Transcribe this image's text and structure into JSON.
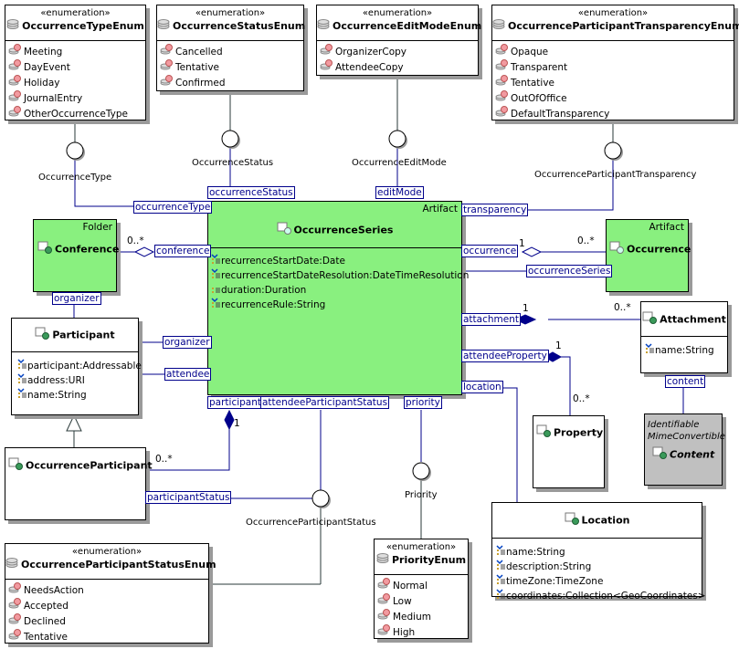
{
  "diagram": {
    "enums": {
      "occurrenceTypeEnum": {
        "stereotype": "«enumeration»",
        "name": "OccurrenceTypeEnum",
        "literals": [
          "Meeting",
          "DayEvent",
          "Holiday",
          "JournalEntry",
          "OtherOccurrenceType"
        ]
      },
      "occurrenceStatusEnum": {
        "stereotype": "«enumeration»",
        "name": "OccurrenceStatusEnum",
        "literals": [
          "Cancelled",
          "Tentative",
          "Confirmed"
        ]
      },
      "occurrenceEditModeEnum": {
        "stereotype": "«enumeration»",
        "name": "OccurrenceEditModeEnum",
        "literals": [
          "OrganizerCopy",
          "AttendeeCopy"
        ]
      },
      "occurrenceParticipantTransparencyEnum": {
        "stereotype": "«enumeration»",
        "name": "OccurrenceParticipantTransparencyEnum",
        "literals": [
          "Opaque",
          "Transparent",
          "Tentative",
          "OutOfOffice",
          "DefaultTransparency"
        ]
      },
      "occurrenceParticipantStatusEnum": {
        "stereotype": "«enumeration»",
        "name": "OccurrenceParticipantStatusEnum",
        "literals": [
          "NeedsAction",
          "Accepted",
          "Declined",
          "Tentative"
        ]
      },
      "priorityEnum": {
        "stereotype": "«enumeration»",
        "name": "PriorityEnum",
        "literals": [
          "Normal",
          "Low",
          "Medium",
          "High"
        ]
      }
    },
    "classes": {
      "conference": {
        "keyword": "Folder",
        "name": "Conference"
      },
      "occurrenceSeries": {
        "keyword": "Artifact",
        "name": "OccurrenceSeries",
        "attributes": [
          "recurrenceStartDate:Date",
          "recurrenceStartDateResolution:DateTimeResolution",
          "duration:Duration",
          "recurrenceRule:String"
        ]
      },
      "occurrence": {
        "keyword": "Artifact",
        "name": "Occurrence"
      },
      "participant": {
        "name": "Participant",
        "attributes": [
          "participant:Addressable",
          "address:URI",
          "name:String"
        ]
      },
      "attachment": {
        "name": "Attachment",
        "attributes": [
          "name:String"
        ]
      },
      "occurrenceParticipant": {
        "name": "OccurrenceParticipant"
      },
      "property": {
        "name": "Property"
      },
      "content": {
        "interfaces": [
          "Identifiable",
          "MimeConvertible"
        ],
        "name": "Content"
      },
      "location": {
        "name": "Location",
        "attributes": [
          "name:String",
          "description:String",
          "timeZone:TimeZone",
          "coordinates:Collection<GeoCoordinates>"
        ]
      }
    },
    "interfaces": {
      "occurrenceType": "OccurrenceType",
      "occurrenceStatus": "OccurrenceStatus",
      "occurrenceEditMode": "OccurrenceEditMode",
      "occurrenceParticipantTransparency": "OccurrenceParticipantTransparency",
      "occurrenceParticipantStatus": "OccurrenceParticipantStatus",
      "priority": "Priority"
    },
    "roles": {
      "occurrenceType": "occurrenceType",
      "occurrenceStatus": "occurrenceStatus",
      "editMode": "editMode",
      "transparency": "transparency",
      "conference": "conference",
      "organizerTop": "organizer",
      "organizer": "organizer",
      "attendee": "attendee",
      "occurrence": "occurrence",
      "occurrenceSeries": "occurrenceSeries",
      "attachment": "attachment",
      "attendeeProperty": "attendeeProperty",
      "location": "location",
      "participant": "participant",
      "attendeeParticipantStatus": "attendeeParticipantStatus",
      "priority": "priority",
      "participantStatus": "participantStatus",
      "content": "content"
    },
    "multiplicities": {
      "conferenceMany": "0..*",
      "occurrenceOne": "1",
      "occurrenceMany": "0..*",
      "attachmentOne": "1",
      "attachmentMany": "0..*",
      "propertyOne": "1",
      "propertyMany": "0..*",
      "participantOne": "1",
      "participantMany": "0..*"
    }
  }
}
